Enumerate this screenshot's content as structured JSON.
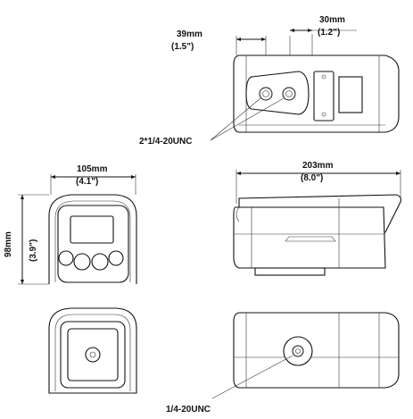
{
  "dimensions": {
    "top_left": {
      "mm": "39mm",
      "inch": "(1.5\")"
    },
    "top_right": {
      "mm": "30mm",
      "inch": "(1.2\")"
    },
    "front_width": {
      "mm": "105mm",
      "inch": "(4.1\")"
    },
    "front_height": {
      "mm": "98mm",
      "inch": "(3.9\")"
    },
    "side_length": {
      "mm": "203mm",
      "inch": "(8.0\")"
    }
  },
  "callouts": {
    "top_mount": "2*1/4-20UNC",
    "bottom_mount": "1/4-20UNC"
  }
}
